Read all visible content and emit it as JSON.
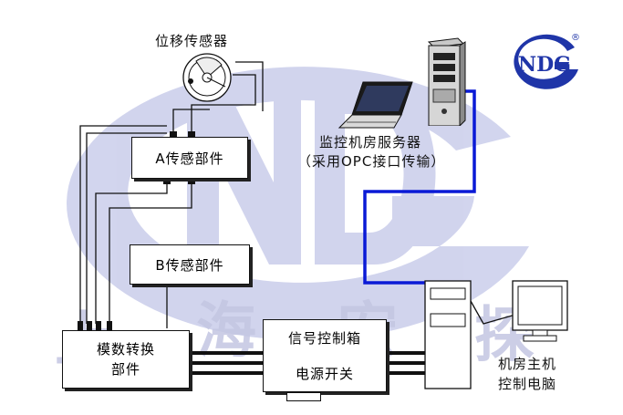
{
  "components": {
    "displacement_sensor": "位移传感器",
    "sensor_a": "A传感部件",
    "sensor_b": "B传感部件",
    "adc_line1": "模数转换",
    "adc_line2": "部件",
    "signal_box": "信号控制箱",
    "power_switch": "电源开关",
    "server_line1": "监控机房服务器",
    "server_line2": "（采用OPC接口传输）",
    "host_line1": "机房主机",
    "host_line2": "控制电脑"
  },
  "watermark": {
    "logo_text": "NDG",
    "registered_mark": "®",
    "chinese_text": "上海宏探"
  },
  "colors": {
    "watermark": "#c9cbe8",
    "logo_blue": "#1f35a8",
    "network_line": "#0a1ad6",
    "wire": "#111111"
  },
  "icons": [
    "sensor-dial-icon",
    "laptop-icon",
    "server-tower-icon",
    "pc-tower-icon",
    "monitor-icon"
  ]
}
